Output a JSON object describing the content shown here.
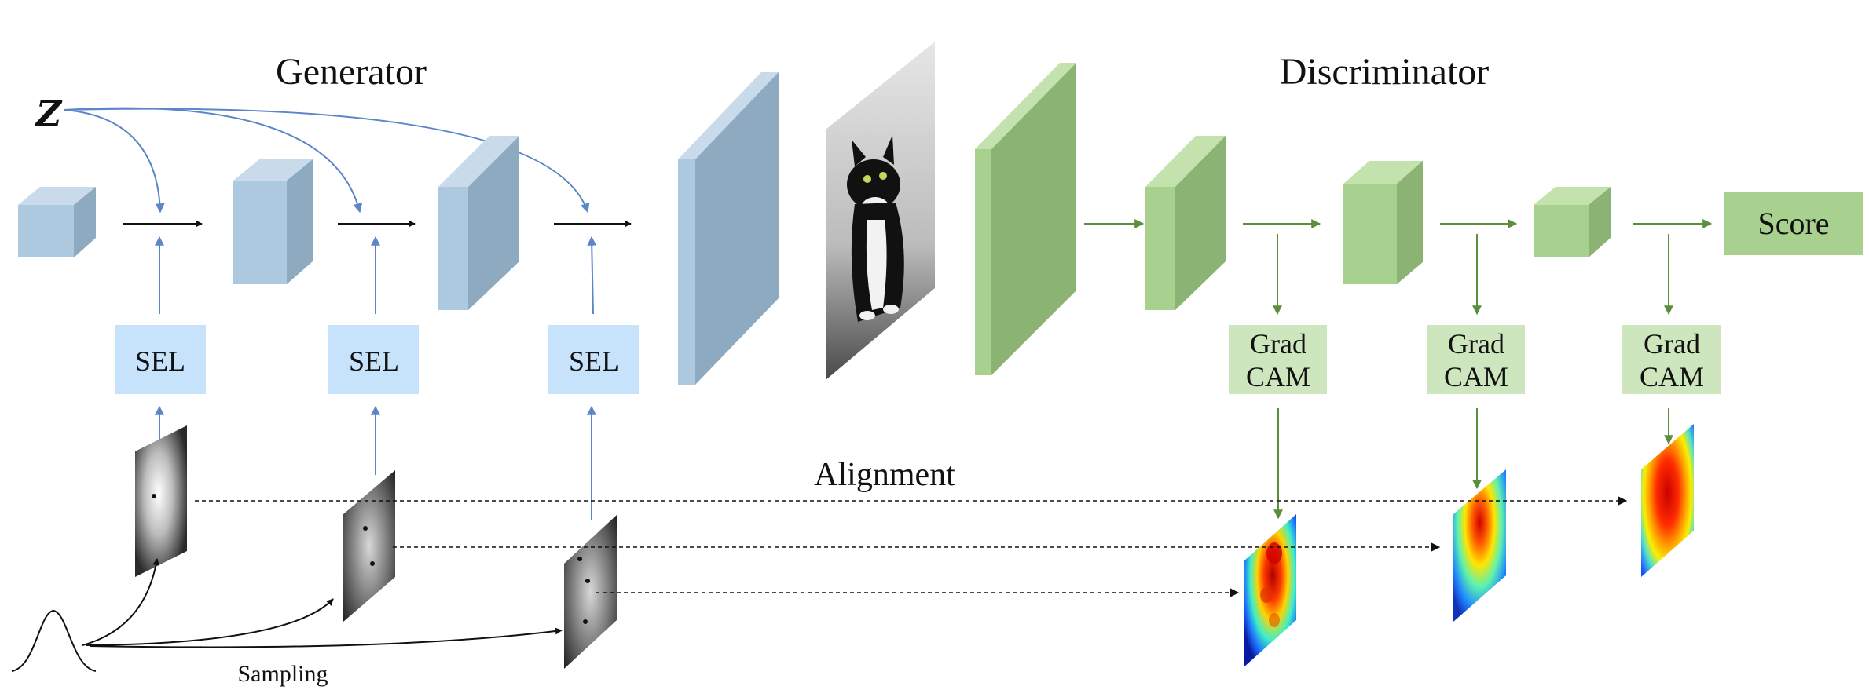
{
  "colors": {
    "blue_face": "#adc9e0",
    "blue_side": "#8eaac0",
    "blue_top": "#c9dbeb",
    "green_face": "#a8d08e",
    "green_side": "#8ab374",
    "green_top": "#c3e2ad",
    "sel_box": "#c6e3fb",
    "gradcam_box": "#cde6bd",
    "blue_arrow": "#5b86c8",
    "green_arrow": "#5b8f3e",
    "black_arrow": "#111111"
  },
  "labels": {
    "generator": "Generator",
    "discriminator": "Discriminator",
    "z": "Z",
    "alignment": "Alignment",
    "sampling": "Sampling",
    "score": "Score"
  },
  "sel_blocks": [
    {
      "label": "SEL"
    },
    {
      "label": "SEL"
    },
    {
      "label": "SEL"
    }
  ],
  "gradcam_blocks": [
    {
      "line1": "Grad",
      "line2": "CAM"
    },
    {
      "line1": "Grad",
      "line2": "CAM"
    },
    {
      "line1": "Grad",
      "line2": "CAM"
    }
  ],
  "icons": {
    "generated_image": "cat-photo-icon",
    "saliency_maps": "saliency-map-icon",
    "heatmaps": "gradcam-heatmap-icon",
    "distribution": "gaussian-curve-icon"
  }
}
